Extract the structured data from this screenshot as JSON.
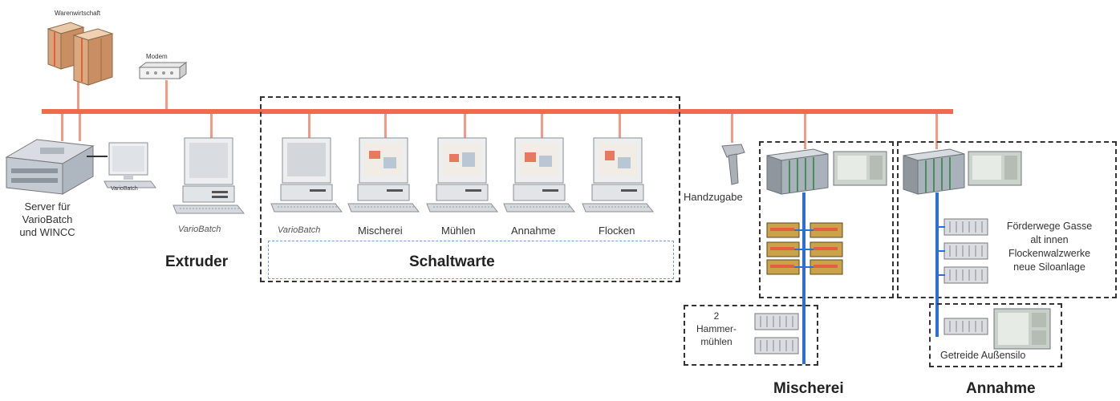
{
  "top": {
    "warehouse_label": "Warenwirtschaft",
    "modem_label": "Modem"
  },
  "server": {
    "line1": "Server für",
    "line2": "VarioBatch",
    "line3": "und WINCC",
    "monitor_label": "VarioBatch"
  },
  "extruder": {
    "pc_label": "VarioBatch",
    "title": "Extruder"
  },
  "schaltwarte": {
    "title": "Schaltwarte",
    "stations": [
      "VarioBatch",
      "Mischerei",
      "Mühlen",
      "Annahme",
      "Flocken"
    ]
  },
  "handzugabe": "Handzugabe",
  "mischerei": {
    "title": "Mischerei",
    "hammer_line1": "2",
    "hammer_line2": "Hammer-",
    "hammer_line3": "mühlen"
  },
  "annahme": {
    "title": "Annahme",
    "notes": [
      "Förderwege Gasse",
      "alt innen",
      "Flockenwalzwerke",
      "neue Siloanlage"
    ],
    "silo_label": "Getreide Außensilo"
  },
  "colors": {
    "bus": "#f06a4e",
    "drop": "#f39a86",
    "profibus": "#2d6fd6"
  }
}
